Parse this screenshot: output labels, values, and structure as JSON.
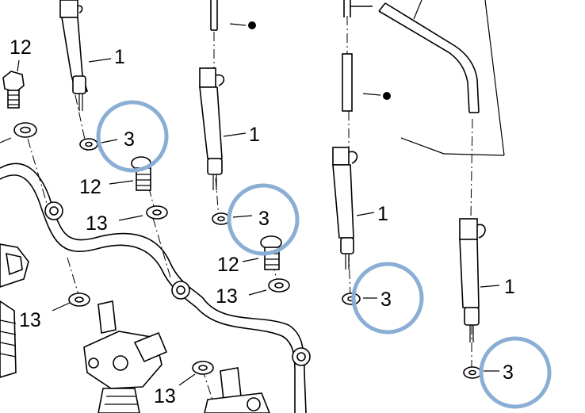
{
  "diagram": {
    "labels": {
      "nozzle_holder": "1",
      "sealing_washer": "3",
      "banjo_bolt": "12",
      "banjo_washer": "13"
    },
    "colors": {
      "line": "#000000",
      "highlight": "#8aaed4",
      "background": "#ffffff"
    }
  }
}
